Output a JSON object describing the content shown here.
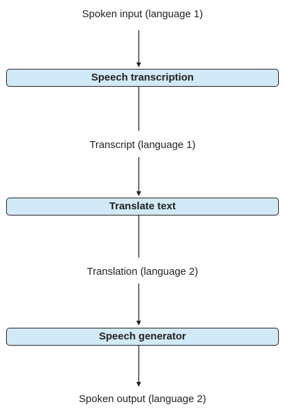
{
  "nodes": {
    "input": "Spoken input (language 1)",
    "stage1": "Speech transcription",
    "transcript": "Transcript (language 1)",
    "stage2": "Translate text",
    "translation": "Translation (language 2)",
    "stage3": "Speech generator",
    "output": "Spoken output (language 2)"
  },
  "colors": {
    "stage_fill": "#d2e9f7",
    "stroke": "#231f20",
    "background": "#ffffff"
  }
}
